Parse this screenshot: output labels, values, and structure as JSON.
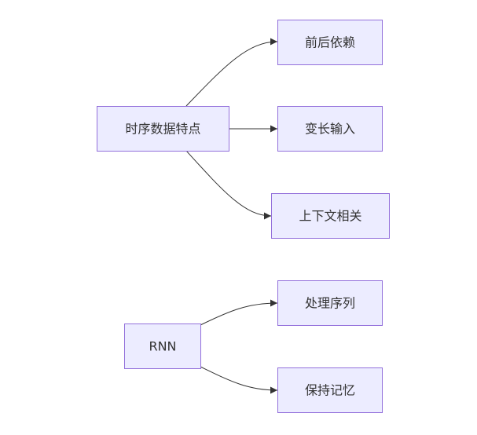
{
  "diagram": {
    "type": "flowchart",
    "direction": "left-to-right",
    "nodes": [
      {
        "label": "时序数据特点"
      },
      {
        "label": "前后依赖"
      },
      {
        "label": "变长输入"
      },
      {
        "label": "上下文相关"
      },
      {
        "label": "RNN"
      },
      {
        "label": "处理序列"
      },
      {
        "label": "保持记忆"
      }
    ],
    "edges": [
      {
        "from": 0,
        "to": 1
      },
      {
        "from": 0,
        "to": 2
      },
      {
        "from": 0,
        "to": 3
      },
      {
        "from": 4,
        "to": 5
      },
      {
        "from": 4,
        "to": 6
      }
    ]
  },
  "colors": {
    "node_fill": "#ECECFF",
    "node_stroke": "#9370DB",
    "text": "#333333",
    "edge": "#333333"
  }
}
